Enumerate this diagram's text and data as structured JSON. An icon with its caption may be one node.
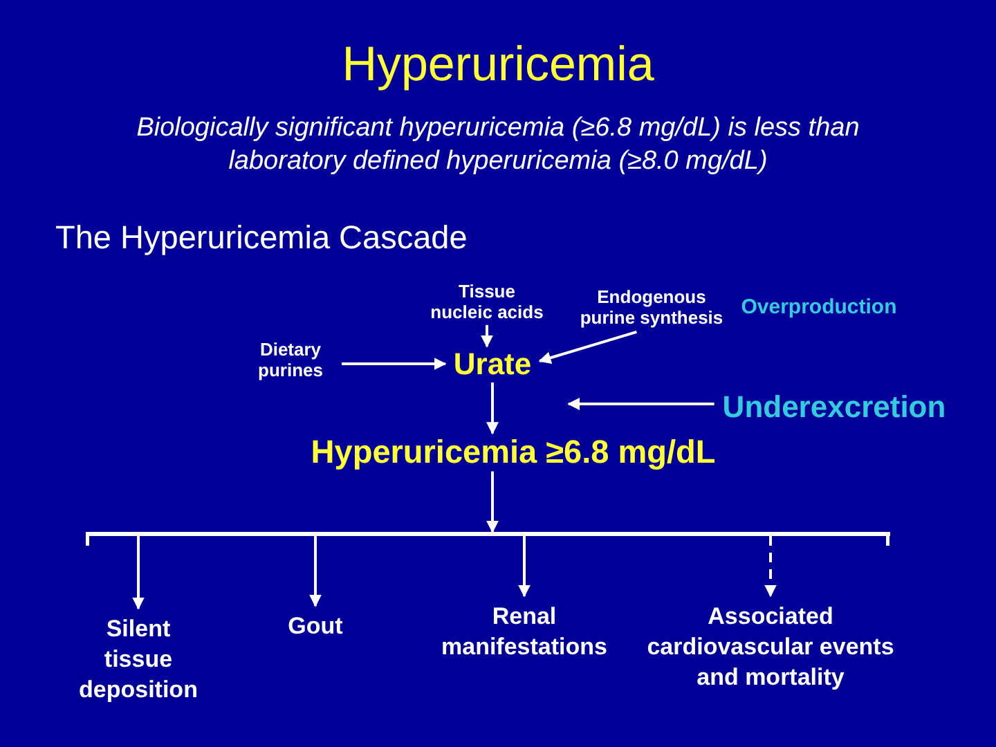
{
  "diagram": {
    "title": "Hyperuricemia",
    "nodes": [
      {
        "text": [
          "Tissue nucleic acids"
        ]
      },
      {
        "text": [
          "Endogenous purine synthesis"
        ]
      },
      {
        "text": [
          "Dietary purines"
        ]
      },
      {
        "text": [
          "Urate"
        ]
      },
      {
        "text": [
          "Underexcretion"
        ]
      },
      {
        "text": [
          "Hyperuricemia ≥6.8 mg/dL"
        ]
      },
      {
        "text": [],
        "shape": "bar"
      },
      {
        "text": [
          "Silent tissue deposition"
        ]
      },
      {
        "text": [
          "Gout"
        ]
      },
      {
        "text": [
          "Renal manifestations"
        ]
      },
      {
        "text": [
          "Associated cardiovascular events and mortality"
        ]
      }
    ],
    "edges": [
      {
        "from": 0,
        "to": 3,
        "arrow": "to"
      },
      {
        "from": 1,
        "to": 3,
        "arrow": "to"
      },
      {
        "from": 2,
        "to": 3,
        "arrow": "to"
      },
      {
        "from": 3,
        "to": 5,
        "arrow": "to"
      },
      {
        "from": 4,
        "to": 5,
        "arrow": "to"
      },
      {
        "from": 5,
        "to": 6,
        "arrow": "to"
      },
      {
        "from": 6,
        "to": 7,
        "arrow": "to"
      },
      {
        "from": 6,
        "to": 8,
        "arrow": "to"
      },
      {
        "from": 6,
        "to": 9,
        "arrow": "to"
      },
      {
        "from": 6,
        "to": 10,
        "arrow": "to",
        "style": "dashed"
      }
    ],
    "labels": [
      "Biologically significant hyperuricemia (≥6.8 mg/dL) is less than laboratory defined hyperuricemia (≥8.0 mg/dL)",
      "The Hyperuricemia Cascade",
      "Overproduction"
    ]
  }
}
